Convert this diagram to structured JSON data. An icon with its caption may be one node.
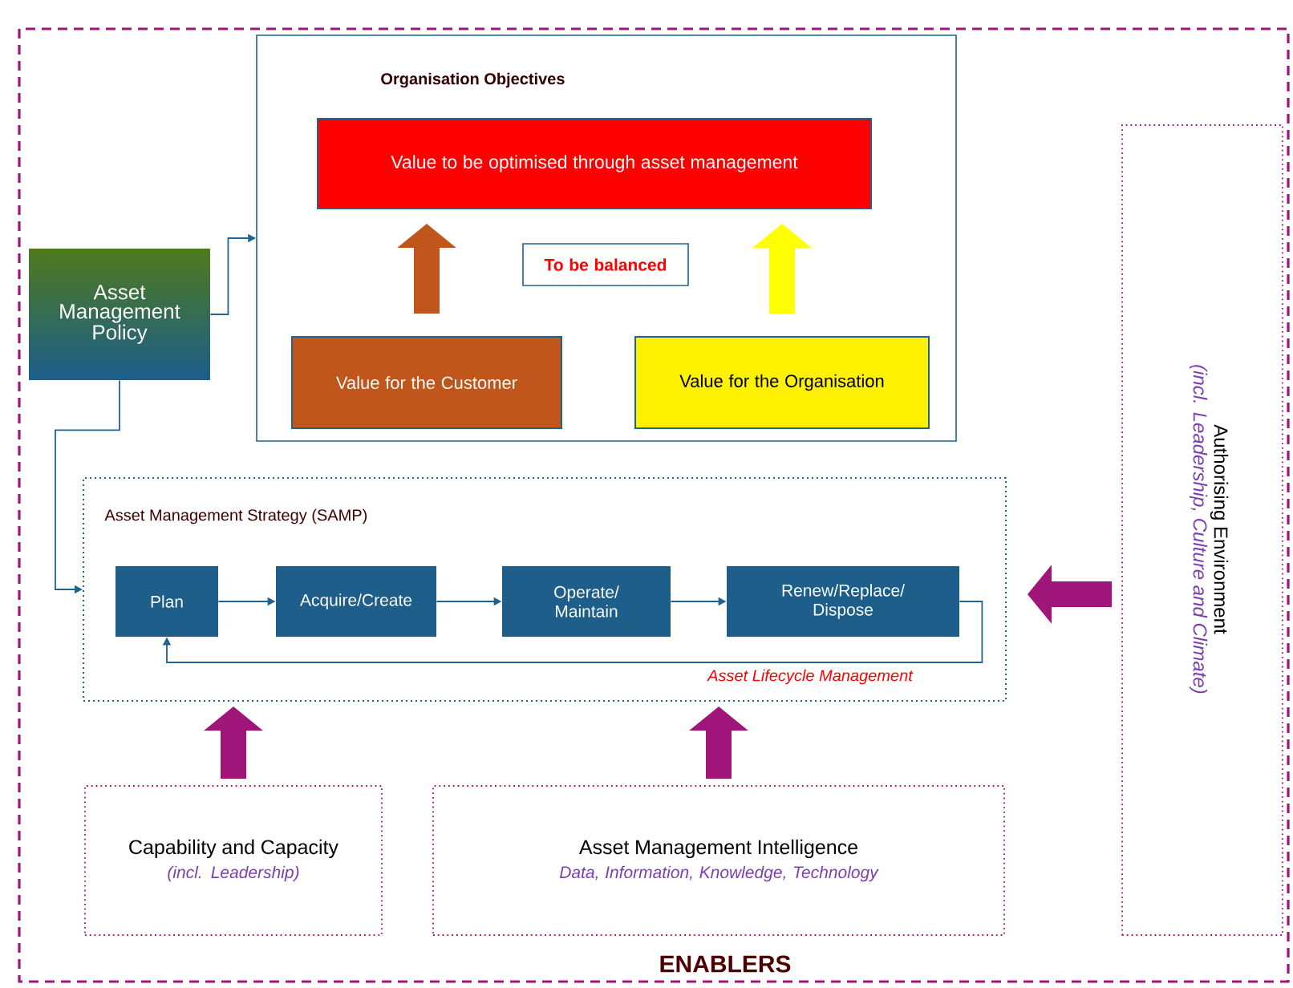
{
  "diagram": {
    "nodes": [
      {
        "text": [
          "Organisation Objectives"
        ]
      },
      {
        "text": [
          "Value to be optimised through asset management"
        ],
        "in": 0
      },
      {
        "text": [
          "To be balanced"
        ],
        "in": 0
      },
      {
        "text": [
          "Value for the Customer"
        ],
        "in": 0
      },
      {
        "text": [
          "Value for the Organisation"
        ],
        "in": 0
      },
      {
        "text": [
          "Asset Management Policy"
        ]
      },
      {
        "text": [
          "Asset Management Strategy (SAMP)"
        ]
      },
      {
        "text": [
          "Plan"
        ],
        "in": 6
      },
      {
        "text": [
          "Acquire/Create"
        ],
        "in": 6
      },
      {
        "text": [
          "Operate/ Maintain"
        ],
        "in": 6
      },
      {
        "text": [
          "Renew/Replace/ Dispose"
        ],
        "in": 6
      },
      {
        "text": [
          "Capability and Capacity",
          "(incl. Leadership)"
        ]
      },
      {
        "text": [
          "Asset Management Intelligence",
          "Data, Information, Knowledge, Technology"
        ]
      },
      {
        "text": [
          "Authorising Environment",
          "(incl. Leadership, Culture and Climate)"
        ]
      }
    ],
    "edges": [
      {
        "from": 3,
        "to": 1,
        "arrow": "to",
        "style": "thick",
        "color": "#c0561b"
      },
      {
        "from": 4,
        "to": 1,
        "arrow": "to",
        "style": "thick",
        "color": "#ffff00"
      },
      {
        "from": 5,
        "to": 0,
        "arrow": "to"
      },
      {
        "from": 5,
        "to": 6,
        "arrow": "to"
      },
      {
        "from": 7,
        "to": 8,
        "arrow": "to"
      },
      {
        "from": 8,
        "to": 9,
        "arrow": "to"
      },
      {
        "from": 9,
        "to": 10,
        "arrow": "to"
      },
      {
        "from": 10,
        "to": 7,
        "arrow": "to",
        "label": "Asset Lifecycle Management"
      },
      {
        "from": 11,
        "to": 6,
        "arrow": "to",
        "style": "thick",
        "color": "#a0157a"
      },
      {
        "from": 12,
        "to": 6,
        "arrow": "to",
        "style": "thick",
        "color": "#a0157a"
      },
      {
        "from": 13,
        "to": 6,
        "arrow": "to",
        "style": "thick",
        "color": "#a0157a"
      }
    ],
    "labels": [
      "ENABLERS"
    ]
  }
}
